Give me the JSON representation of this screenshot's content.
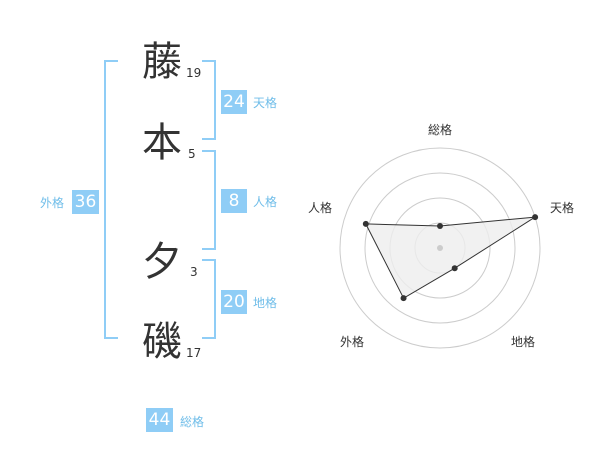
{
  "name": {
    "chars": [
      {
        "char": "藤",
        "strokes": "19"
      },
      {
        "char": "本",
        "strokes": "5"
      },
      {
        "char": "夕",
        "strokes": "3"
      },
      {
        "char": "磯",
        "strokes": "17"
      }
    ]
  },
  "fortune": {
    "tenkaku": {
      "value": "24",
      "label": "天格"
    },
    "jinkaku": {
      "value": "8",
      "label": "人格"
    },
    "chikaku": {
      "value": "20",
      "label": "地格"
    },
    "gaikaku": {
      "value": "36",
      "label": "外格"
    },
    "soukaku": {
      "value": "44",
      "label": "総格"
    }
  },
  "radar": {
    "axes": [
      "総格",
      "天格",
      "地格",
      "外格",
      "人格"
    ],
    "values": [
      0.22,
      1.0,
      0.25,
      0.62,
      0.78
    ],
    "ring_count": 4,
    "line_color": "#333333",
    "fill_color": "#eeeeee",
    "ring_color": "#cccccc"
  },
  "colors": {
    "accent": "#8fcdf6",
    "label": "#6fbde9"
  }
}
